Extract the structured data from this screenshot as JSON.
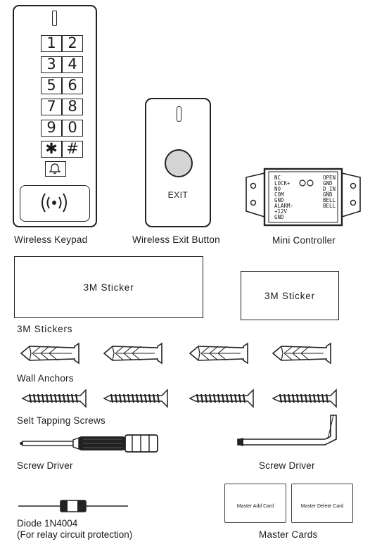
{
  "keypad": {
    "keys": [
      "1",
      "2",
      "3",
      "4",
      "5",
      "6",
      "7",
      "8",
      "9",
      "0",
      "✱",
      "#"
    ],
    "caption": "Wireless Keypad"
  },
  "exit_button": {
    "label": "EXIT",
    "caption": "Wireless Exit Button"
  },
  "controller": {
    "caption": "Mini Controller",
    "left_terminals": [
      "NC",
      "LOCK+",
      "NO",
      "COM",
      "GND",
      "ALARM-",
      "+12V",
      "GND"
    ],
    "right_terminals": [
      "OPEN",
      "GND",
      "D_IN",
      "GND",
      "BELL",
      "BELL"
    ]
  },
  "stickers": {
    "large_label": "3M Sticker",
    "small_label": "3M Sticker",
    "caption": "3M Stickers"
  },
  "anchors": {
    "caption": "Wall Anchors"
  },
  "screws": {
    "caption": "Selt Tapping Screws"
  },
  "screwdriver": {
    "caption": "Screw Driver"
  },
  "hex_key": {
    "caption": "Screw Driver"
  },
  "diode": {
    "caption_line1": "Diode 1N4004",
    "caption_line2": "(For relay circuit protection)"
  },
  "cards": {
    "add_label": "Master Add Card",
    "delete_label": "Master Delete Card",
    "caption": "Master Cards"
  },
  "colors": {
    "line": "#222222",
    "button_fill": "#d4d4d4"
  }
}
